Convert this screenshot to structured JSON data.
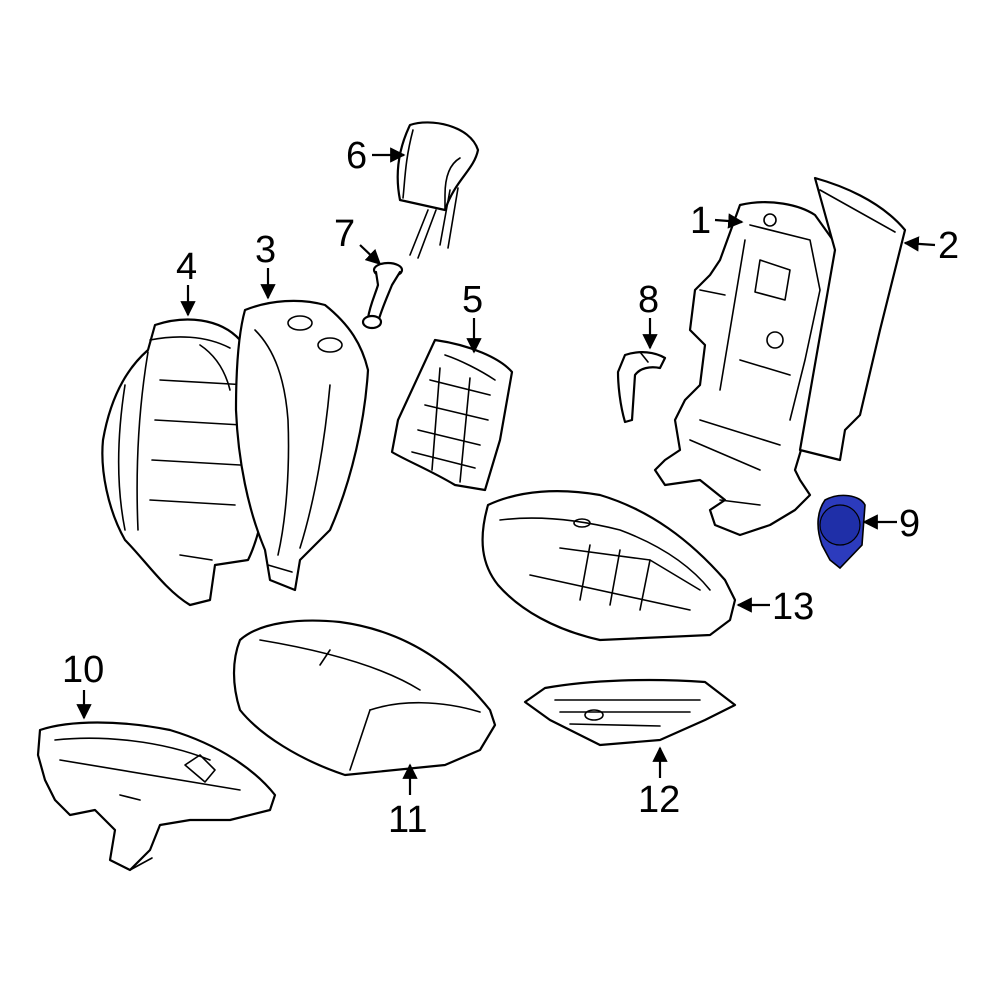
{
  "callouts": {
    "c1": "1",
    "c2": "2",
    "c3": "3",
    "c4": "4",
    "c5": "5",
    "c6": "6",
    "c7": "7",
    "c8": "8",
    "c9": "9",
    "c10": "10",
    "c11": "11",
    "c12": "12",
    "c13": "13"
  },
  "colors": {
    "line": "#000000",
    "background": "#ffffff",
    "highlight": "#2c3bbd"
  },
  "highlighted_part": "9"
}
